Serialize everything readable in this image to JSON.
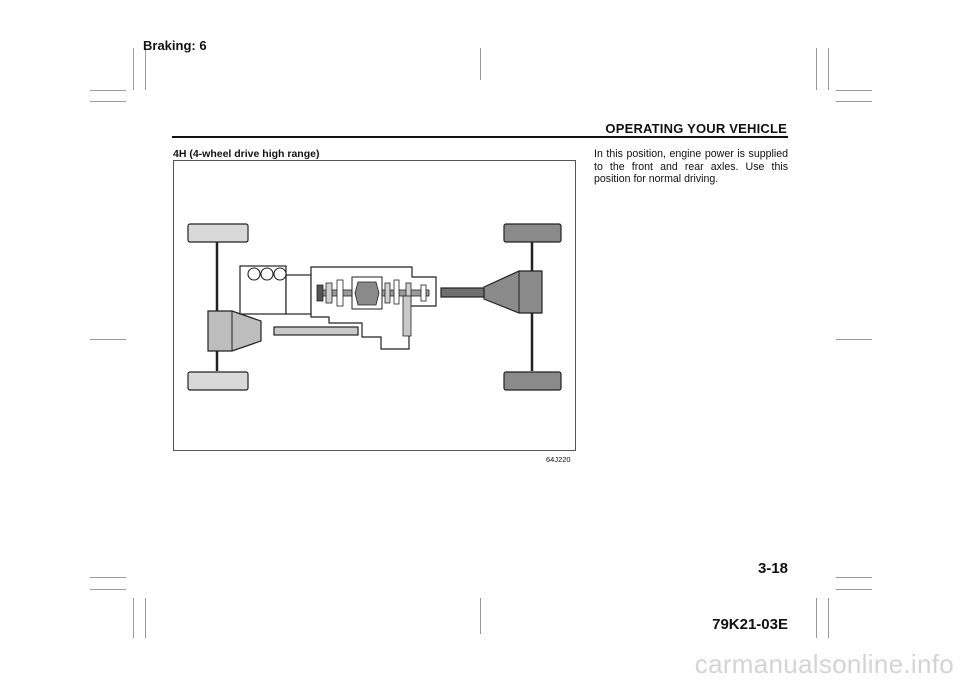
{
  "header": {
    "section_label": "Braking: 6",
    "chapter_title": "OPERATING YOUR VEHICLE"
  },
  "figure": {
    "title": "4H (4-wheel drive high range)",
    "code": "64J220"
  },
  "body_text": "In this position, engine power is supplied to the front and rear axles. Use this position for normal driving.",
  "footer": {
    "page_number": "3-18",
    "document_code": "79K21-03E"
  },
  "watermark": "carmanualsonline.info"
}
